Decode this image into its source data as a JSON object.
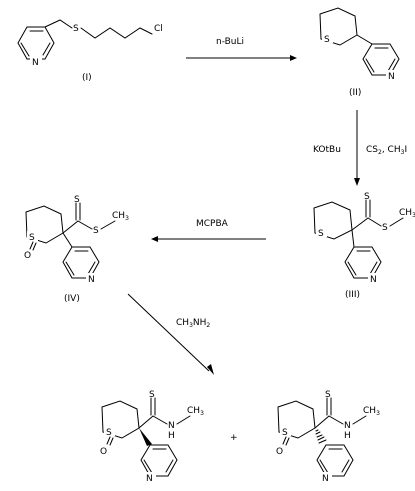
{
  "compounds": {
    "c1": {
      "label": "(I)",
      "atoms": {
        "N": "N",
        "S": "S",
        "Cl": "Cl"
      }
    },
    "c2": {
      "label": "(II)",
      "atoms": {
        "S": "S",
        "N": "N"
      }
    },
    "c3": {
      "label": "(III)",
      "atoms": {
        "S_ring": "S",
        "S_thione": "S",
        "S_ester": "S",
        "N": "N",
        "CH": "CH",
        "sub3": "3"
      }
    },
    "c4": {
      "label": "(IV)",
      "atoms": {
        "S_ring": "S",
        "O": "O",
        "S_thione": "S",
        "S_ester": "S",
        "N": "N",
        "CH": "CH",
        "sub3": "3"
      }
    },
    "p1": {
      "atoms": {
        "S_ring": "S",
        "O": "O",
        "S_thione": "S",
        "NH": "H",
        "N": "N",
        "N_amide": "N",
        "CH": "CH",
        "sub3": "3"
      }
    },
    "p2": {
      "atoms": {
        "S_ring": "S",
        "O": "O",
        "S_thione": "S",
        "NH": "H",
        "N": "N",
        "N_amide": "N",
        "CH": "CH",
        "sub3": "3"
      }
    }
  },
  "reagents": {
    "step1": "n-BuLi",
    "step2_a": "KOtBu",
    "step2_b": "CS",
    "step2_b_sub": "2",
    "step2_c": ", CH",
    "step2_c_sub": "3",
    "step2_d": "I",
    "step3": "MCPBA",
    "step4_a": "CH",
    "step4_a_sub": "3",
    "step4_b": "NH",
    "step4_b_sub": "2"
  },
  "plus": "+"
}
